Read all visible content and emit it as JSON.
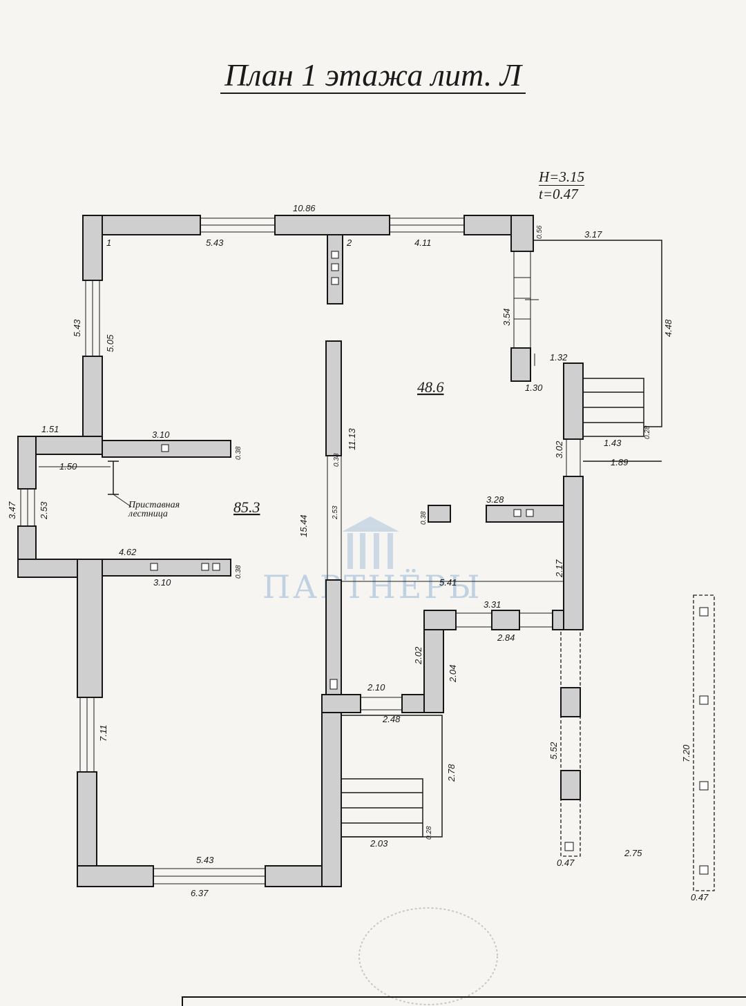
{
  "title": "План 1 этажа лит. Л",
  "params": {
    "height": "H=3.15",
    "thickness": "t=0.47"
  },
  "rooms": [
    {
      "number": "1",
      "area": "85.3"
    },
    {
      "number": "2",
      "area": "48.6"
    }
  ],
  "notes": {
    "ladder_line1": "Приставная",
    "ladder_line2": "лестница"
  },
  "watermark": "ПАРТНЁРЫ",
  "dimensions": {
    "top_overall": "10.86",
    "top_left_window": "5.43",
    "top_right_window": "4.11",
    "corner_small": "0.56",
    "porch_width": "3.17",
    "porch_depth": "4.48",
    "right_window": "3.54",
    "recess_1": "1.32",
    "recess_2": "1.30",
    "stair_step": "1.43",
    "stair_gap": "0.28",
    "right_wall_1": "3.02",
    "right_ext": "1.89",
    "left_upper_outer": "5.43",
    "left_upper_inner": "5.05",
    "bay_width": "1.51",
    "bay_inner": "1.50",
    "bay_outer_height": "3.47",
    "bay_inner_height": "2.53",
    "partition_upper": "3.10",
    "partition_upper_thick": "0.38",
    "partition_lower_outer": "4.62",
    "partition_lower_inner": "3.10",
    "partition_lower_thick": "0.38",
    "room1_length": "15.44",
    "central_wall": "11.13",
    "central_thick": "0.38",
    "central_door": "2.53",
    "partition_right": "3.28",
    "partition_right_thick": "0.38",
    "room2_width": "5.41",
    "right_wall_2": "2.17",
    "window_bottom_r": "3.31",
    "window_bottom_r2": "2.84",
    "jog_1": "2.02",
    "jog_2": "2.04",
    "door_bottom_1": "2.10",
    "door_bottom_2": "2.48",
    "stair2_depth": "2.78",
    "stair2_width": "2.03",
    "stair2_gap": "0.28",
    "left_lower_window": "7.11",
    "bottom_inner": "5.43",
    "bottom_outer": "6.37",
    "column_row_1": "5.52",
    "column_1_size": "0.47",
    "column_spacing": "2.75",
    "column_row_2": "7.20",
    "column_2_size": "0.47"
  }
}
